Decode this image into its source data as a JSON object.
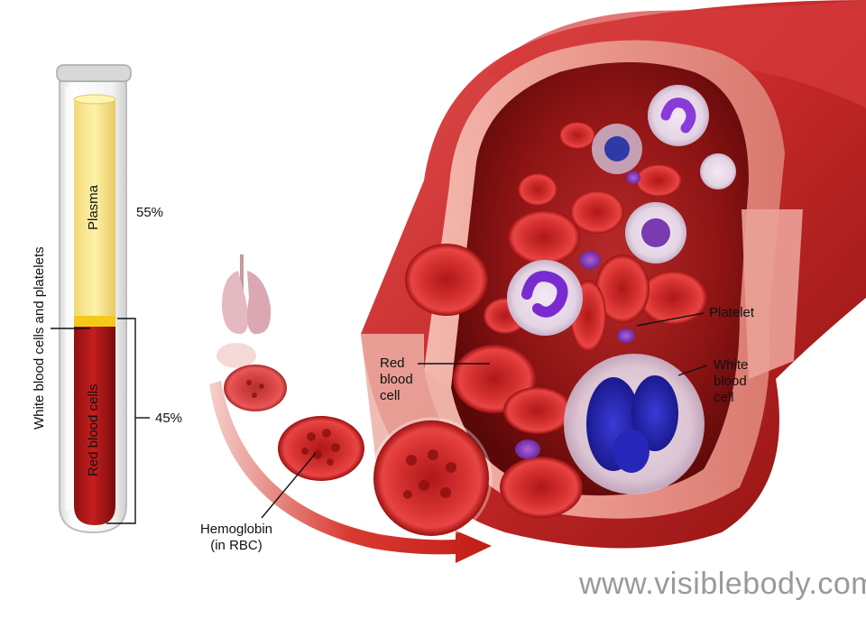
{
  "tube": {
    "plasma_label": "Plasma",
    "plasma_percent": "55%",
    "rbc_label": "Red blood cells",
    "rbc_percent": "45%",
    "buffy_label": "White blood cells and platelets"
  },
  "vessel": {
    "platelet_label": "Platelet",
    "rbc_label_lines": [
      "Red",
      "blood",
      "cell"
    ],
    "wbc_label_lines": [
      "White",
      "blood",
      "cell"
    ]
  },
  "flow": {
    "hemoglobin_label_lines": [
      "Hemoglobin",
      "(in RBC)"
    ]
  },
  "watermark": "www.visiblebody.com"
}
